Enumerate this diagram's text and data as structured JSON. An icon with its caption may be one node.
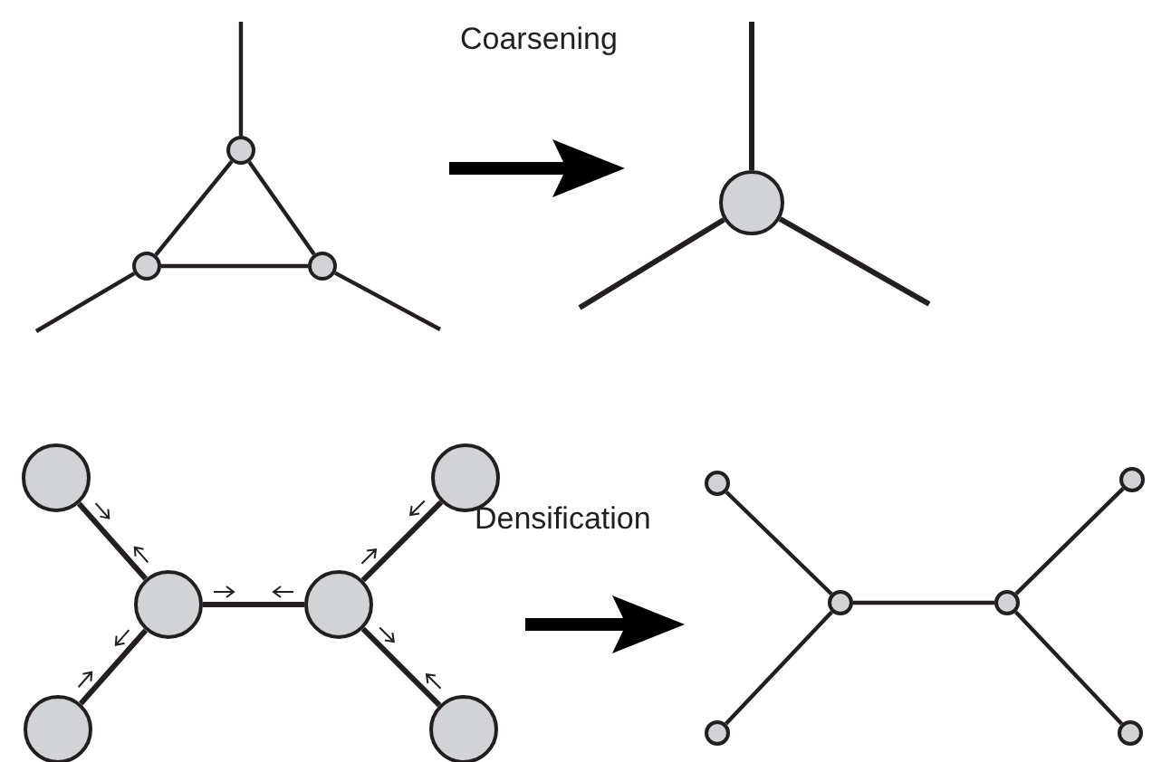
{
  "diagram": {
    "nodes": [
      {
        "text": [],
        "shape": "circle"
      },
      {
        "text": [],
        "shape": "circle"
      },
      {
        "text": [],
        "shape": "circle"
      },
      {
        "text": [],
        "shape": "circle"
      },
      {
        "text": [],
        "shape": "circle"
      },
      {
        "text": [],
        "shape": "circle"
      },
      {
        "text": [],
        "shape": "circle"
      },
      {
        "text": [],
        "shape": "circle"
      },
      {
        "text": [],
        "shape": "circle"
      },
      {
        "text": [],
        "shape": "circle"
      },
      {
        "text": [],
        "shape": "circle"
      },
      {
        "text": [],
        "shape": "circle"
      },
      {
        "text": [],
        "shape": "circle"
      },
      {
        "text": [],
        "shape": "circle"
      },
      {
        "text": [],
        "shape": "circle"
      },
      {
        "text": [],
        "shape": "circle"
      }
    ],
    "edges": [
      {
        "from": null,
        "to": 0,
        "arrow": "none"
      },
      {
        "from": 0,
        "to": 1,
        "arrow": "none"
      },
      {
        "from": 0,
        "to": 2,
        "arrow": "none"
      },
      {
        "from": 1,
        "to": 2,
        "arrow": "none"
      },
      {
        "from": 1,
        "to": null,
        "arrow": "none"
      },
      {
        "from": 2,
        "to": null,
        "arrow": "none"
      },
      {
        "from": null,
        "to": 3,
        "arrow": "none"
      },
      {
        "from": 3,
        "to": null,
        "arrow": "none"
      },
      {
        "from": 3,
        "to": null,
        "arrow": "none"
      },
      {
        "from": 4,
        "to": 6,
        "arrow": "none"
      },
      {
        "from": 5,
        "to": 7,
        "arrow": "none"
      },
      {
        "from": 6,
        "to": 7,
        "arrow": "none"
      },
      {
        "from": 6,
        "to": 8,
        "arrow": "none"
      },
      {
        "from": 7,
        "to": 9,
        "arrow": "none"
      },
      {
        "from": 10,
        "to": 12,
        "arrow": "none"
      },
      {
        "from": 11,
        "to": 13,
        "arrow": "none"
      },
      {
        "from": 12,
        "to": 13,
        "arrow": "none"
      },
      {
        "from": 12,
        "to": 14,
        "arrow": "none"
      },
      {
        "from": 13,
        "to": 15,
        "arrow": "none"
      }
    ],
    "labels": [
      "Coarsening",
      "Densification"
    ]
  }
}
